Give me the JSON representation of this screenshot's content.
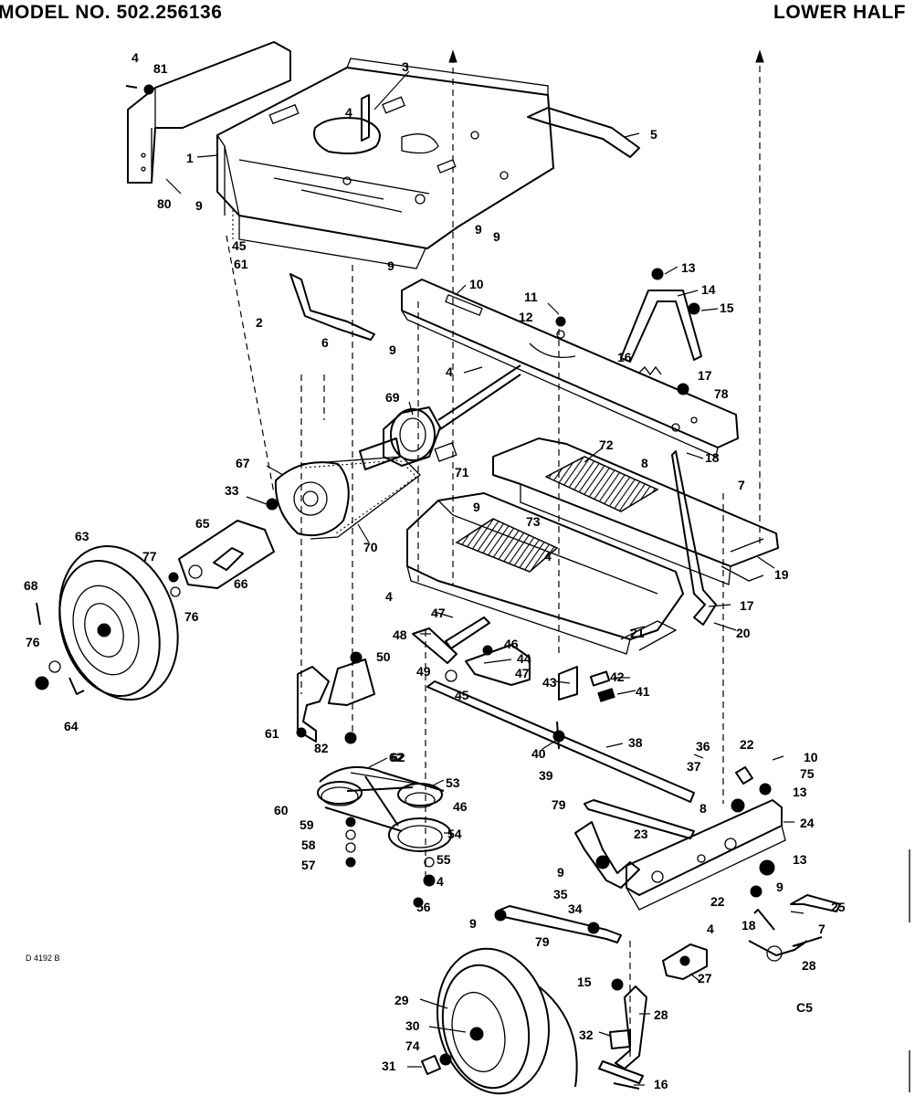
{
  "header": {
    "model": "MODEL NO. 502.256136",
    "section": "LOWER HALF"
  },
  "footer": {
    "drawing_code": "D 4192 B",
    "page_code": "C5"
  },
  "callouts": [
    "4",
    "81",
    "3",
    "1",
    "80",
    "5",
    "4",
    "9",
    "9",
    "9",
    "45",
    "61",
    "2",
    "6",
    "9",
    "9",
    "10",
    "11",
    "12",
    "13",
    "14",
    "15",
    "16",
    "17",
    "78",
    "4",
    "69",
    "8",
    "18",
    "7",
    "67",
    "33",
    "71",
    "72",
    "9",
    "73",
    "65",
    "63",
    "77",
    "66",
    "70",
    "19",
    "68",
    "76",
    "4",
    "4",
    "17",
    "20",
    "47",
    "48",
    "46",
    "44",
    "21",
    "76",
    "50",
    "47",
    "43",
    "42",
    "41",
    "49",
    "45",
    "62",
    "64",
    "61",
    "82",
    "40",
    "38",
    "36",
    "39",
    "22",
    "10",
    "75",
    "13",
    "37",
    "62",
    "53",
    "60",
    "46",
    "79",
    "8",
    "24",
    "59",
    "54",
    "23",
    "58",
    "9",
    "13",
    "57",
    "55",
    "35",
    "4",
    "34",
    "56",
    "9",
    "25",
    "9",
    "79",
    "18",
    "7",
    "22",
    "4",
    "28",
    "27",
    "15",
    "29",
    "28",
    "30",
    "32",
    "74",
    "31",
    "16"
  ]
}
